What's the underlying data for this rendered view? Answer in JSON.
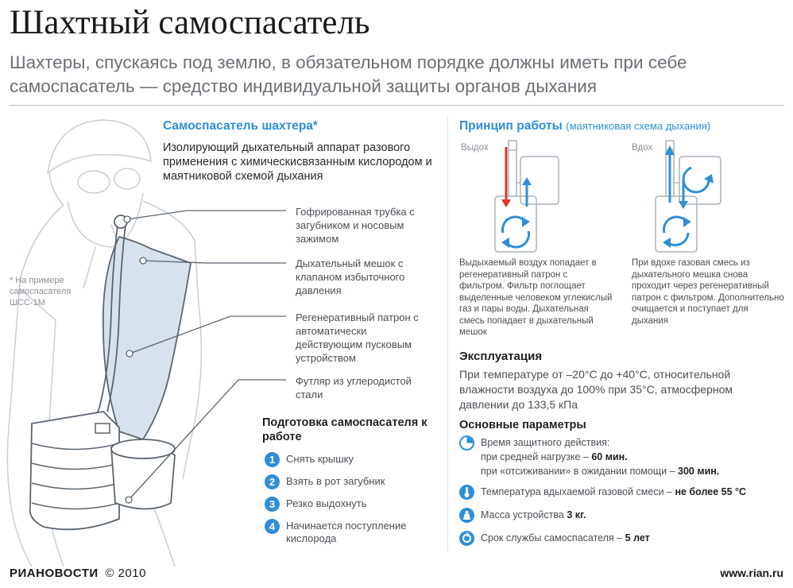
{
  "header": {
    "title": "Шахтный самоспасатель",
    "subtitle": "Шахтеры, спускаясь под землю, в обязательном порядке должны иметь при себе самоспасатель — средство индивидуальной защиты органов дыхания"
  },
  "left": {
    "footnote": "* На примере самоспасателя ШСС-1М",
    "heading": "Самоспасатель шахтера*",
    "description": "Изолирующий дыхательный аппарат разового применения с химическисвязанным кислородом и маятниковой схемой дыхания",
    "callouts": [
      "Гофрированная трубка с загубником и носовым зажимом",
      "Дыхательный мешок с клапаном избыточного давления",
      "Регенеративный патрон с автоматически действующим пусковым устройством",
      "Футляр из углеродистой стали"
    ],
    "prep_heading": "Подготовка самоспасателя к работе",
    "steps": [
      {
        "num": "1",
        "text": "Снять крышку"
      },
      {
        "num": "2",
        "text": "Взять в рот загубник"
      },
      {
        "num": "3",
        "text": "Резко выдохнуть"
      },
      {
        "num": "4",
        "text": "Начинается поступление кислорода"
      }
    ]
  },
  "right": {
    "principle_heading": "Принцип работы",
    "principle_sub": "(маятниковая схема дыхания)",
    "exhale_label": "Выдох",
    "inhale_label": "Вдох",
    "exhale_text": "Выдыхаемый воздух попадает в регенеративный патрон с фильтром. Фильтр поглощает выделенные человеком углекислый газ и пары воды. Дыхательная смесь попадает в дыхательный мешок",
    "inhale_text": "При вдохе газовая смесь из дыхательного мешка снова проходит через регенеративный патрон с фильтром. Дополнительно очищается и поступает для дыхания",
    "exploit_heading": "Эксплуатация",
    "exploit_text": "При температуре от –20°С до +40°С, относительной влажности воздуха до 100% при 35°С, атмосферном давлении до 133,5 кПа",
    "params_heading": "Основные параметры",
    "params": {
      "time_label": "Время защитного действия:",
      "time_line1_pre": "при средней нагрузке – ",
      "time_line1_val": "60 мин.",
      "time_line2_pre": "при «отсиживании» в ожидании помощи – ",
      "time_line2_val": "300 мин.",
      "temp_pre": "Температура вдыхаемой газовой смеси – ",
      "temp_val": "не более 55 °С",
      "mass_pre": "Масса устройства ",
      "mass_val": "3 кг.",
      "life_pre": "Срок службы самоспасателя – ",
      "life_val": "5 лет"
    }
  },
  "footer": {
    "logo": "РИАНОВОСТИ",
    "copyright": "© 2010",
    "site": "www.rian.ru"
  },
  "colors": {
    "accent": "#2f8fd6",
    "exhale_arrow": "#e0352b",
    "bag_fill": "#d7e2ec"
  }
}
